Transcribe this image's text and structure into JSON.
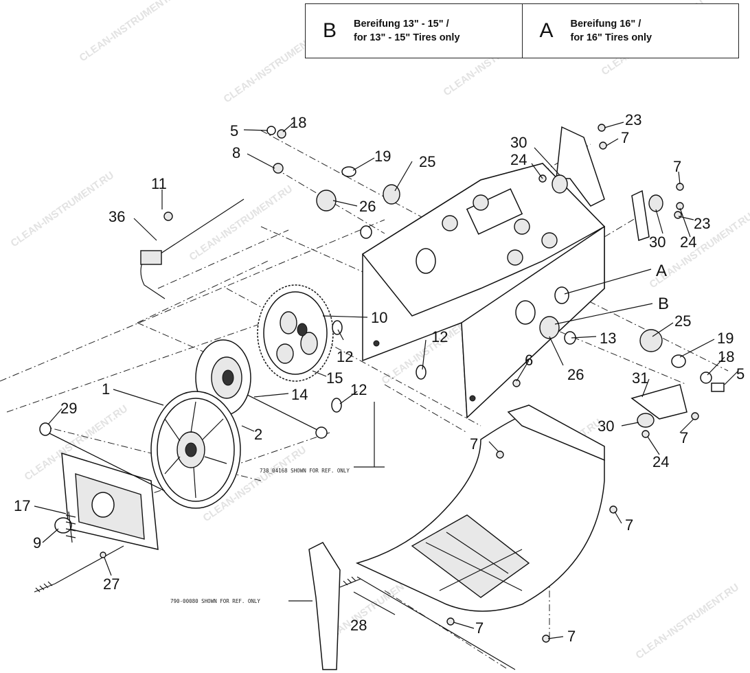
{
  "legend": {
    "b": {
      "letter": "B",
      "line1": "Bereifung 13\" - 15\"  /",
      "line2": "for 13\" - 15\" Tires  only"
    },
    "a": {
      "letter": "A",
      "line1": "Bereifung 16\"  /",
      "line2": "for 16\" Tires  only"
    }
  },
  "watermark": "CLEAN-INSTRUMENT.RU",
  "notes": {
    "pulley_ref": "738_04168 SHOWN FOR REF. ONLY",
    "spring_ref": "790-00080 SHOWN FOR REF. ONLY"
  },
  "callouts": {
    "c5a": "5",
    "c18a": "18",
    "c8": "8",
    "c19a": "19",
    "c25a": "25",
    "c26a": "26",
    "c11": "11",
    "c36": "36",
    "c10": "10",
    "c12a": "12",
    "c12b": "12",
    "c12c": "12",
    "c15": "15",
    "c14": "14",
    "c1": "1",
    "c2": "2",
    "c29": "29",
    "c17": "17",
    "c9": "9",
    "c27": "27",
    "c28": "28",
    "c23a": "23",
    "c7a": "7",
    "c30a": "30",
    "c24a": "24",
    "c7b": "7",
    "c23b": "23",
    "c30b": "30",
    "c24b": "24",
    "cA": "A",
    "cB": "B",
    "c25b": "25",
    "c19b": "19",
    "c13": "13",
    "c18b": "18",
    "c5b": "5",
    "c6": "6",
    "c26b": "26",
    "c31": "31",
    "c30c": "30",
    "c7c": "7",
    "c24c": "24",
    "c7d": "7",
    "c7e": "7",
    "c7f": "7",
    "c7g": "7"
  }
}
